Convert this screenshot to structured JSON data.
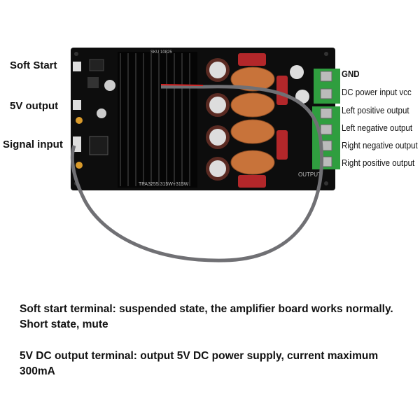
{
  "left_labels": {
    "soft_start": "Soft Start",
    "five_v_output": "5V output",
    "signal_input": "Signal input"
  },
  "terminal_labels": [
    "GND",
    "DC power input vcc",
    "Left positive output",
    "Left negative output",
    "Right negative output",
    "Right positive output"
  ],
  "board": {
    "silkscreen_model": "TPA3255 315W+315W",
    "silkscreen_sku": "SKU 10825",
    "silkscreen_output": "OUTPUT"
  },
  "descriptions": [
    "Soft start terminal: suspended state, the amplifier board works normally. Short state, mute",
    "5V DC output terminal: output 5V DC power supply, current maximum 300mA"
  ],
  "colors": {
    "pcb": "#0d0d0d",
    "terminal": "#2f9e3f",
    "cable": "#707074",
    "copper": "#c8733a",
    "capacitor": "#b3272a"
  }
}
